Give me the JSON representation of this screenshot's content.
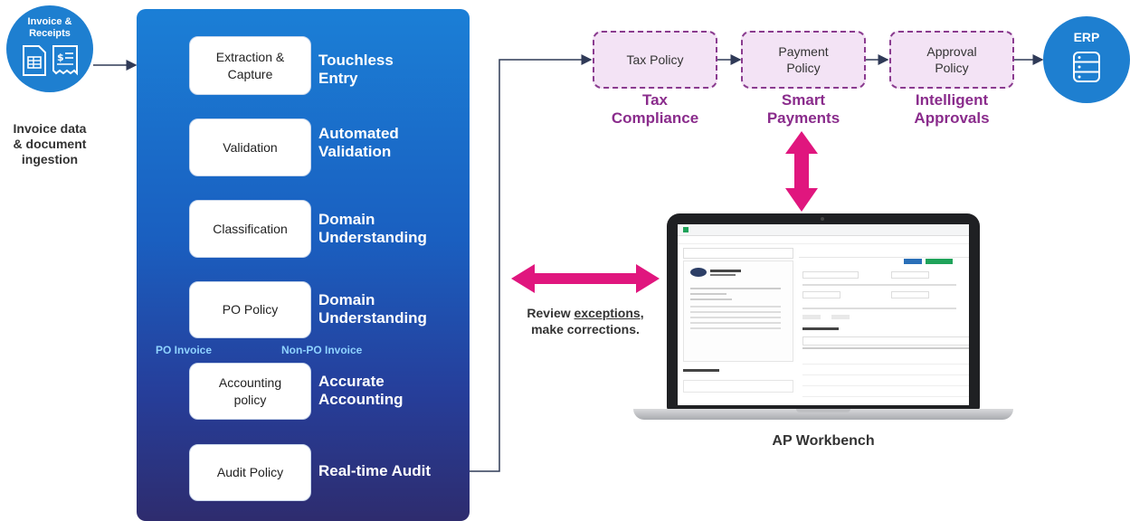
{
  "source": {
    "circle_label": [
      "Invoice &",
      "Receipts"
    ],
    "caption": [
      "Invoice data",
      "& document",
      "ingestion"
    ]
  },
  "pipeline": {
    "steps": [
      {
        "label": [
          "Extraction &",
          "Capture"
        ],
        "tag": [
          "Touchless",
          "Entry"
        ]
      },
      {
        "label": [
          "Validation"
        ],
        "tag": [
          "Automated",
          "Validation"
        ]
      },
      {
        "label": [
          "Classification"
        ],
        "tag": [
          "Domain",
          "Understanding"
        ]
      },
      {
        "label": [
          "PO Policy"
        ],
        "tag": [
          "Domain",
          "Understanding"
        ]
      },
      {
        "label": [
          "Accounting",
          "policy"
        ],
        "tag": [
          "Accurate",
          "Accounting"
        ]
      },
      {
        "label": [
          "Audit Policy"
        ],
        "tag": [
          "Real-time Audit"
        ]
      }
    ],
    "branches": {
      "left": "PO Invoice",
      "right": "Non-PO Invoice"
    }
  },
  "policies": [
    {
      "label": [
        "Tax Policy"
      ],
      "tag": [
        "Tax",
        "Compliance"
      ]
    },
    {
      "label": [
        "Payment",
        "Policy"
      ],
      "tag": [
        "Smart",
        "Payments"
      ]
    },
    {
      "label": [
        "Approval",
        "Policy"
      ],
      "tag": [
        "Intelligent",
        "Approvals"
      ]
    }
  ],
  "erp": {
    "label": "ERP"
  },
  "review": {
    "line1_prefix": "Review ",
    "line1_underlined": "exceptions",
    "line1_suffix": ",",
    "line2": "make corrections."
  },
  "workbench": {
    "label": "AP Workbench"
  },
  "colors": {
    "accent_blue": "#1e7fd0",
    "policy_purple": "#8a2c8c",
    "arrow_pink": "#e0167e",
    "branch_label": "#8fd3ff"
  },
  "icons": [
    "invoice-icon",
    "receipt-icon",
    "database-icon"
  ]
}
